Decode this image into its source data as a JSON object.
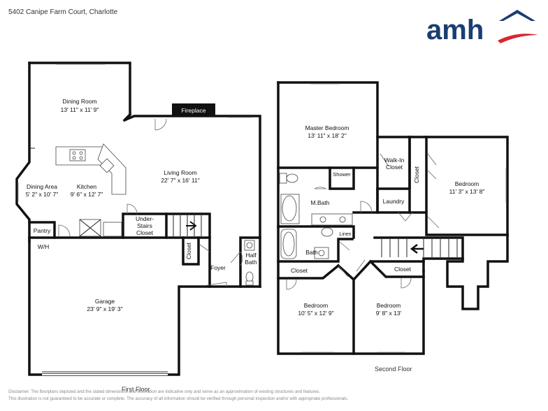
{
  "address": "5402 Canipe Farm Court, Charlotte",
  "logo": {
    "text": "amh",
    "colors": {
      "text": "#1a3e72",
      "swoosh": "#d8262e"
    }
  },
  "floors": {
    "first": {
      "label": "First Floor",
      "rooms": [
        {
          "id": "dining-room",
          "name": "Dining Room",
          "dims": "13' 11\" x 11' 9\""
        },
        {
          "id": "fireplace",
          "name": "Fireplace"
        },
        {
          "id": "living-room",
          "name": "Living Room",
          "dims": "22' 7\" x 16' 11\""
        },
        {
          "id": "dining-area",
          "name": "Dining Area",
          "dims": "5' 2\" x 10' 7\""
        },
        {
          "id": "kitchen",
          "name": "Kitchen",
          "dims": "9' 6\" x 12' 7\""
        },
        {
          "id": "pantry",
          "name": "Pantry"
        },
        {
          "id": "under-stairs-closet",
          "name": "Under-\nStairs\nCloset"
        },
        {
          "id": "wh",
          "name": "W/H"
        },
        {
          "id": "closet-foyer",
          "name": "Closet"
        },
        {
          "id": "foyer",
          "name": "Foyer"
        },
        {
          "id": "half-bath",
          "name": "Half\nBath"
        },
        {
          "id": "garage",
          "name": "Garage",
          "dims": "23' 9\" x 19' 3\""
        }
      ]
    },
    "second": {
      "label": "Second Floor",
      "rooms": [
        {
          "id": "master-bedroom",
          "name": "Master Bedroom",
          "dims": "13' 11\" x 18' 2\""
        },
        {
          "id": "shower",
          "name": "Shower"
        },
        {
          "id": "walk-in-closet",
          "name": "Walk-In\nCloset"
        },
        {
          "id": "closet-vertical",
          "name": "Closet"
        },
        {
          "id": "bedroom-right",
          "name": "Bedroom",
          "dims": "11' 3\" x 13' 8\""
        },
        {
          "id": "m-bath",
          "name": "M.Bath"
        },
        {
          "id": "laundry",
          "name": "Laundry"
        },
        {
          "id": "linen",
          "name": "Linen"
        },
        {
          "id": "bath",
          "name": "Bath"
        },
        {
          "id": "closet-left",
          "name": "Closet"
        },
        {
          "id": "closet-mid",
          "name": "Closet"
        },
        {
          "id": "bedroom-left",
          "name": "Bedroom",
          "dims": "10' 5\" x 12' 9\""
        },
        {
          "id": "bedroom-mid",
          "name": "Bedroom",
          "dims": "9' 8\" x 13'"
        }
      ]
    }
  },
  "disclaimer": [
    "Disclaimer: The floorplans depicted and the stated dimensions and illustration are indicative only and serve as an approximation of existing structures and features.",
    "This illustration is not guaranteed to be accurate or complete. The accuracy of all information should be verified through personal inspection and/or with appropriate professionals."
  ]
}
